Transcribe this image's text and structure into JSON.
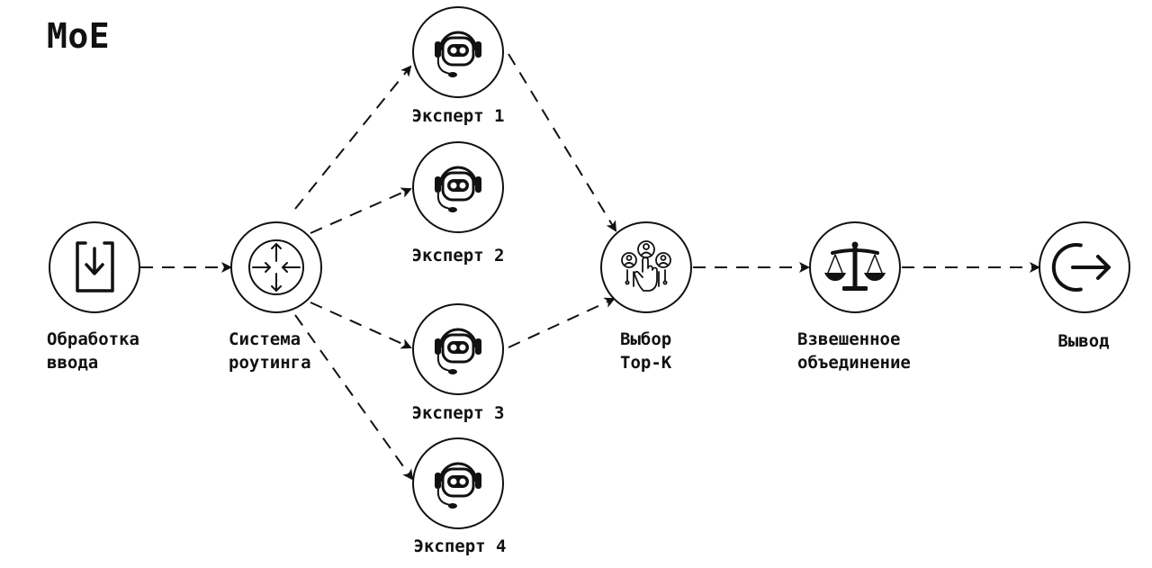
{
  "title": "MoE",
  "nodes": {
    "input": {
      "line1": "Обработка",
      "line2": "ввода",
      "icon": "input-tray-icon"
    },
    "router": {
      "line1": "Система",
      "line2": "роутинга",
      "icon": "router-arrows-icon"
    },
    "expert1": {
      "label": "Эксперт 1",
      "icon": "robot-headset-icon"
    },
    "expert2": {
      "label": "Эксперт 2",
      "icon": "robot-headset-icon"
    },
    "expert3": {
      "label": "Эксперт 3",
      "icon": "robot-headset-icon"
    },
    "expert4": {
      "label": "Эксперт 4",
      "icon": "robot-headset-icon"
    },
    "topk": {
      "line1": "Выбор",
      "line2": "Top-K",
      "icon": "people-selection-icon"
    },
    "weighted": {
      "line1": "Взвешенное",
      "line2": "объединение",
      "icon": "balance-scale-icon"
    },
    "output": {
      "label": "Вывод",
      "icon": "exit-arrow-icon"
    }
  },
  "colors": {
    "stroke": "#111111",
    "background": "#ffffff"
  }
}
